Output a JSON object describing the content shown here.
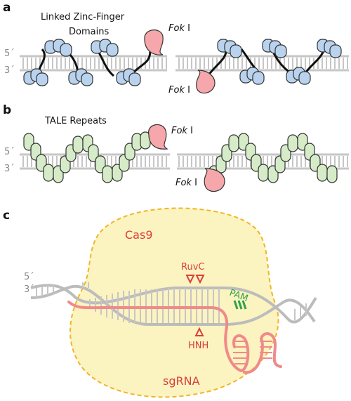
{
  "panels": {
    "a": {
      "letter": "a",
      "title_line1": "Linked Zinc-Finger",
      "title_line2": "Domains",
      "fok_top_italic": "Fok",
      "fok_top_roman": " I",
      "fok_bottom_italic": "Fok",
      "fok_bottom_roman": " I",
      "strand_5": "5´",
      "strand_3": "3´"
    },
    "b": {
      "letter": "b",
      "title": "TALE Repeats",
      "fok_top_italic": "Fok",
      "fok_top_roman": " I",
      "fok_bottom_italic": "Fok",
      "fok_bottom_roman": " I",
      "strand_5": "5´",
      "strand_3": "3´"
    },
    "c": {
      "letter": "c",
      "protein": "Cas9",
      "domain_ruvc": "RuvC",
      "domain_hnh": "HNH",
      "pam": "PAM",
      "guide": "sgRNA",
      "strand_5": "5´",
      "strand_3": "3´"
    }
  },
  "colors": {
    "zinc_finger": "#b9d3ef",
    "tale": "#d6ecc9",
    "foki": "#f6a7ab",
    "dna": "#c6c6c6",
    "cas9_fill": "#fbf3c0",
    "cas9_outline": "#f0b625",
    "sgrna": "#f08a8a",
    "accent_red": "#d8403c",
    "pam_green": "#2ea24a"
  }
}
